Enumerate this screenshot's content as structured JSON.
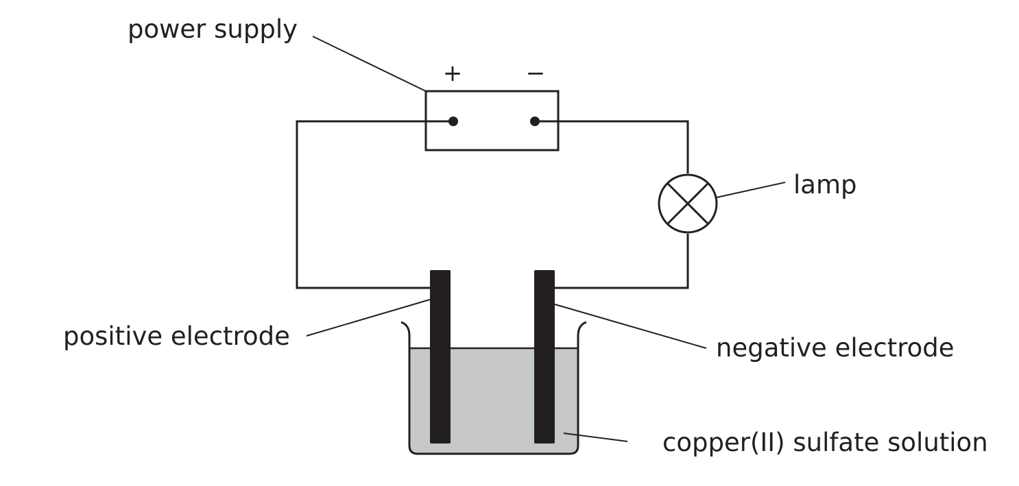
{
  "diagram": {
    "type": "electrolysis circuit",
    "labels": {
      "power_supply": "power supply",
      "lamp": "lamp",
      "positive_electrode": "positive electrode",
      "negative_electrode": "negative electrode",
      "solution": "copper(II) sulfate solution"
    },
    "terminals": {
      "positive": "+",
      "negative": "−"
    },
    "colors": {
      "ink": "#231f20",
      "solution": "#c6c8ca",
      "electrode": "#231f20",
      "background": "#ffffff"
    }
  }
}
